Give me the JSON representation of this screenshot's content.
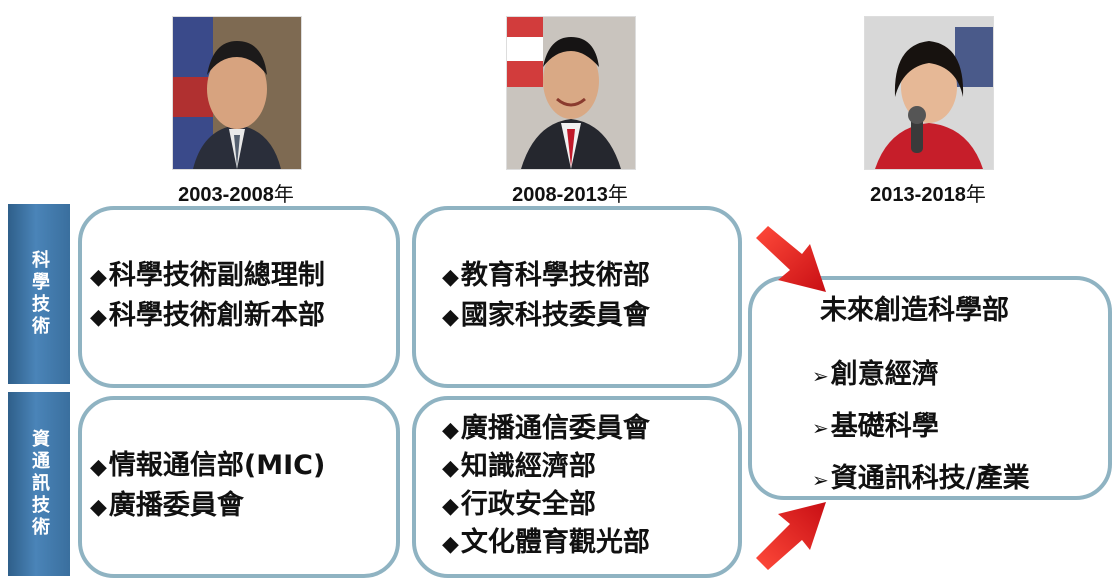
{
  "presidents": [
    {
      "years": "2003-2008",
      "suffix": "年"
    },
    {
      "years": "2008-2013",
      "suffix": "年"
    },
    {
      "years": "2013-2018",
      "suffix": "年"
    }
  ],
  "side_labels": {
    "science": "科學技術",
    "ict": "資通訊技術"
  },
  "period1": {
    "science": [
      "科學技術副總理制",
      "科學技術創新本部"
    ],
    "ict": [
      "情報通信部(MIC)",
      "廣播委員會"
    ]
  },
  "period2": {
    "science": [
      "教育科學技術部",
      "國家科技委員會"
    ],
    "ict": [
      "廣播通信委員會",
      "知識經濟部",
      "行政安全部",
      "文化體育觀光部"
    ]
  },
  "period3": {
    "title": "未來創造科學部",
    "items": [
      "創意經濟",
      "基礎科學",
      "資通訊科技/產業"
    ]
  },
  "bullet": "◆",
  "sub_bullet": "➢",
  "colors": {
    "box_border": "#8fb3c2",
    "side_label_bg": "#3a6f9e",
    "arrow": "#e8141c"
  }
}
